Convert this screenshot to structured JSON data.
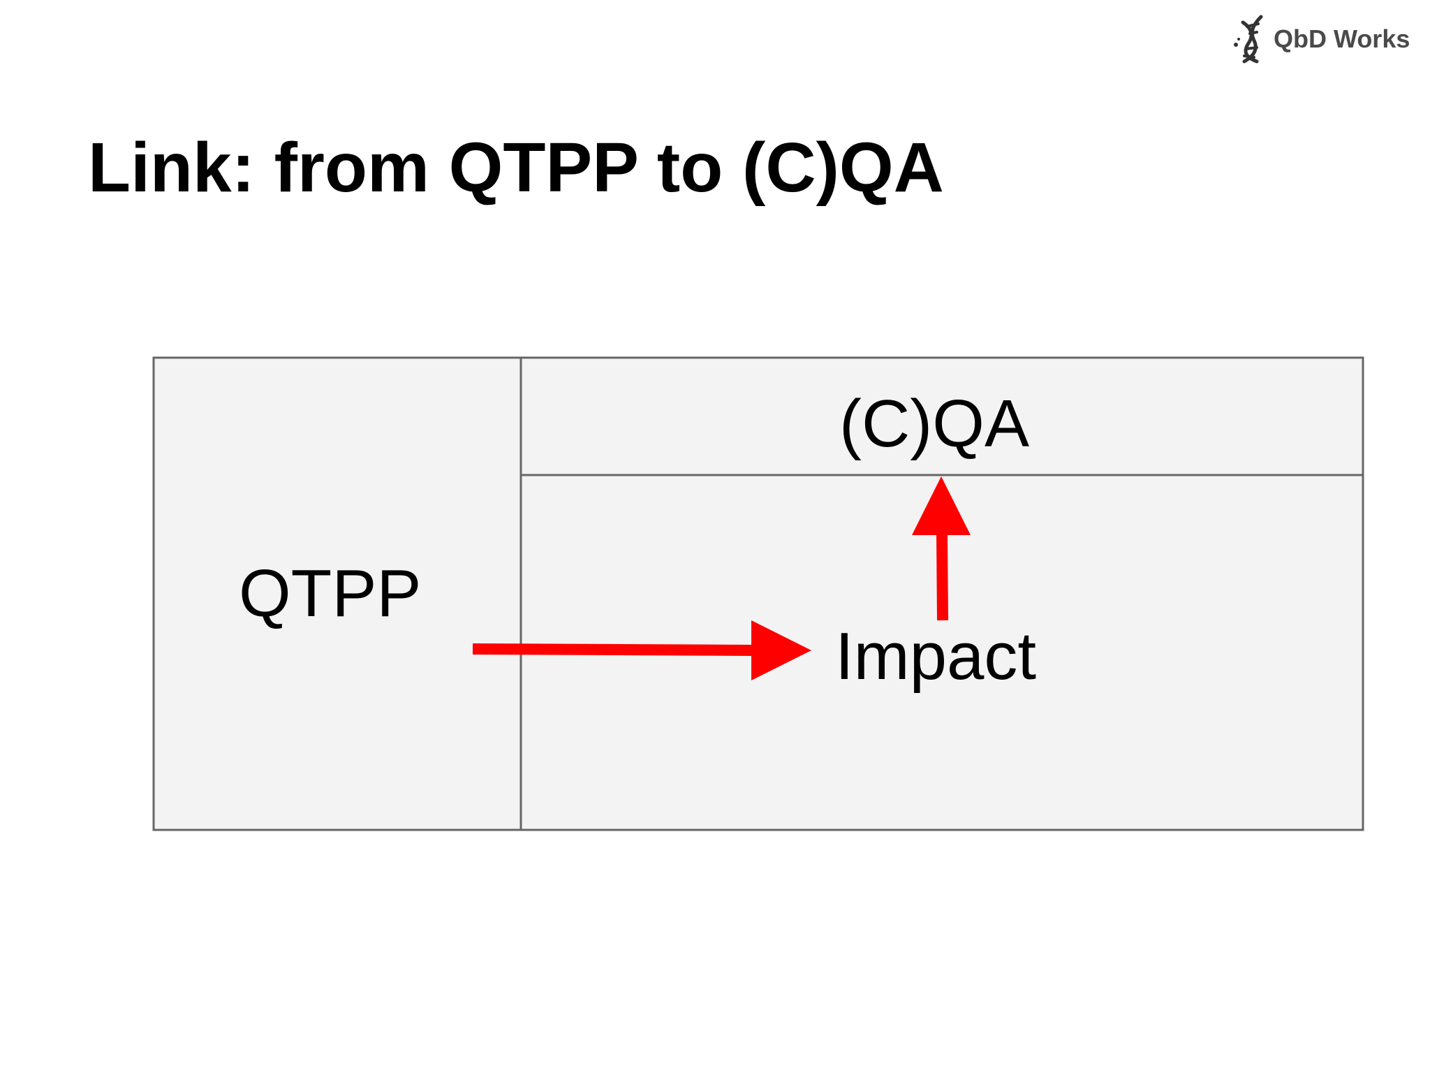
{
  "logo": {
    "text": "QbD Works",
    "icon": "dna-helix-icon"
  },
  "slide": {
    "title": "Link: from QTPP to (C)QA"
  },
  "diagram": {
    "cells": {
      "left": "QTPP",
      "top_right": "(C)QA",
      "bottom_right": "Impact"
    },
    "colors": {
      "cell_fill": "#f3f3f4",
      "border": "#666666",
      "arrow": "#ff0000",
      "text": "#000000"
    },
    "arrows": [
      {
        "from": "QTPP",
        "to": "Impact"
      },
      {
        "from": "Impact",
        "to": "(C)QA"
      }
    ]
  }
}
